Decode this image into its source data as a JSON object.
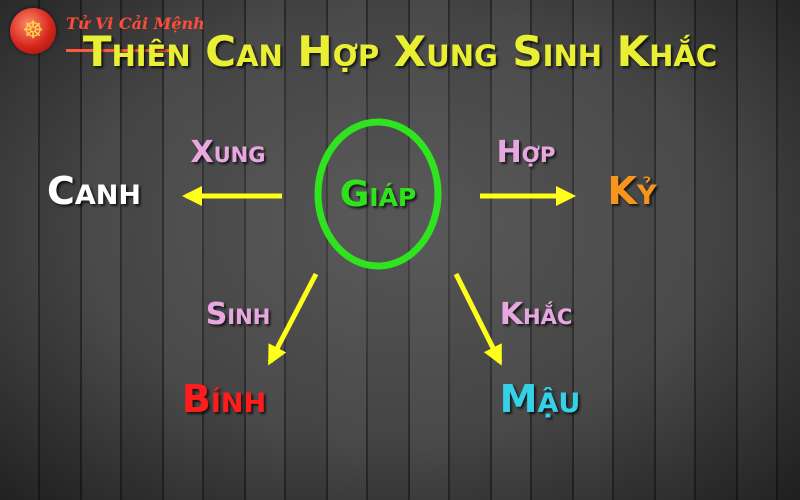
{
  "logo": {
    "name": "Tử Vi Cải Mệnh",
    "icon": "buddha-icon"
  },
  "title": "Thiên Can Hợp Xung Sinh Khắc",
  "center": {
    "label": "Giáp"
  },
  "nodes": {
    "left": {
      "label": "Canh"
    },
    "right": {
      "label": "Kỷ"
    },
    "bottom_left": {
      "label": "Bính"
    },
    "bottom_right": {
      "label": "Mậu"
    }
  },
  "relations": {
    "xung": "Xung",
    "hop": "Hợp",
    "sinh": "Sinh",
    "khac": "Khắc"
  },
  "colors": {
    "title": "#e9ef32",
    "circle": "#2fe31f",
    "center_text": "#2fe31f",
    "arrow": "#ffff1a",
    "relation_text": "#e7a7e0",
    "canh": "#ffffff",
    "ky": "#f7941d",
    "binh": "#ff1a1a",
    "mau": "#35d1e6"
  }
}
